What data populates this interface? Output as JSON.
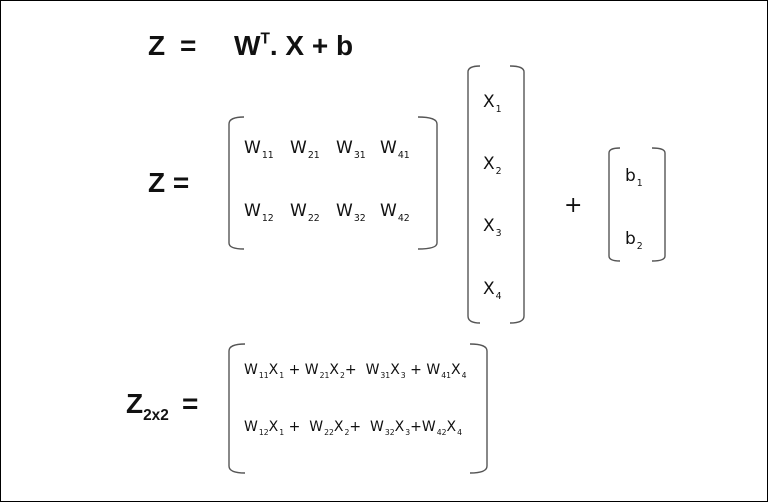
{
  "equation": {
    "lhs": "Z",
    "eq": "=",
    "w": "W",
    "t": "T",
    "rest": ". X + b"
  },
  "second": {
    "lhs": "Z =",
    "W_matrix": [
      [
        {
          "b": "W",
          "s": "11"
        },
        {
          "b": "W",
          "s": "21"
        },
        {
          "b": "W",
          "s": "31"
        },
        {
          "b": "W",
          "s": "41"
        }
      ],
      [
        {
          "b": "W",
          "s": "12"
        },
        {
          "b": "W",
          "s": "22"
        },
        {
          "b": "W",
          "s": "32"
        },
        {
          "b": "W",
          "s": "42"
        }
      ]
    ],
    "X_vector": [
      {
        "b": "X",
        "s": "1"
      },
      {
        "b": "X",
        "s": "2"
      },
      {
        "b": "X",
        "s": "3"
      },
      {
        "b": "X",
        "s": "4"
      }
    ],
    "plus": "+",
    "b_vector": [
      {
        "b": "b",
        "s": "1"
      },
      {
        "b": "b",
        "s": "2"
      }
    ]
  },
  "third": {
    "lhs": "Z",
    "lhs_sub": "2x2",
    "eq": "=",
    "rows": [
      {
        "terms": [
          {
            "w": "W",
            "ws": "11",
            "x": "X",
            "xs": "1"
          },
          {
            "w": "W",
            "ws": "21",
            "x": "X",
            "xs": "2"
          },
          {
            "w": "W",
            "ws": "31",
            "x": "X",
            "xs": "3"
          },
          {
            "w": "W",
            "ws": "41",
            "x": "X",
            "xs": "4"
          }
        ]
      },
      {
        "terms": [
          {
            "w": "W",
            "ws": "12",
            "x": "X",
            "xs": "1"
          },
          {
            "w": "W",
            "ws": "22",
            "x": "X",
            "xs": "2"
          },
          {
            "w": "W",
            "ws": "32",
            "x": "X",
            "xs": "3"
          },
          {
            "w": "W",
            "ws": "42",
            "x": "X",
            "xs": "4"
          }
        ]
      }
    ],
    "plus": "+"
  }
}
